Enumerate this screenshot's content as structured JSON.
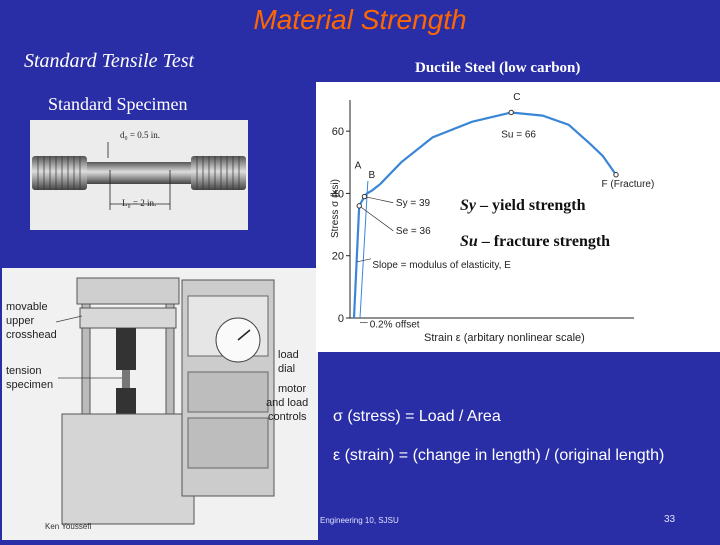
{
  "slide": {
    "title": "Material Strength",
    "subtitle_left": "Standard Tensile Test",
    "subtitle_right": "Ductile Steel (low carbon)",
    "specimen_label": "Standard Specimen"
  },
  "specimen": {
    "d0": "d₀ = 0.5 in.",
    "l0": "L₀ = 2 in."
  },
  "machine": {
    "labels": [
      "movable",
      "upper",
      "crosshead",
      "tension",
      "specimen",
      "load",
      "dial",
      "motor",
      "and load",
      "controls"
    ]
  },
  "chart_data": {
    "type": "line",
    "ylabel": "Stress σ (ksi)",
    "xlabel": "Strain ε (arbitary nonlinear scale)",
    "yticks": [
      0,
      20,
      40,
      60
    ],
    "ylim": [
      0,
      70
    ],
    "grid": false,
    "annotations": {
      "A": "A",
      "B": "B",
      "C": "C",
      "F": "F (Fracture)",
      "su": "Su = 66",
      "sy": "Sy = 39",
      "se": "Se = 36",
      "slope": "Slope = modulus of elasticity, E",
      "offset": "0.2% offset"
    },
    "series": [
      {
        "values_strain_rel": [
          0,
          0.02,
          0.04,
          0.05,
          0.07,
          0.1,
          0.18,
          0.3,
          0.45,
          0.6,
          0.72,
          0.82,
          0.9,
          0.95,
          1.0
        ],
        "values_stress": [
          0,
          36,
          39,
          40,
          41,
          43,
          50,
          58,
          63,
          66,
          65,
          62,
          56,
          52,
          46
        ]
      }
    ]
  },
  "legend": {
    "sy_symbol": "Sy",
    "sy_text": "– yield strength",
    "su_symbol": "Su",
    "su_text": "– fracture strength"
  },
  "formulas": {
    "stress": "σ (stress) = Load / Area",
    "strain": "ε (strain) = (change in length) / (original length)"
  },
  "footer": {
    "author": "Ken Youssefi",
    "course": "Engineering 10,  SJSU",
    "page": "33"
  },
  "colors": {
    "background": "#2a2ea6",
    "title": "#ff6600",
    "curve": "#3a86d6"
  }
}
